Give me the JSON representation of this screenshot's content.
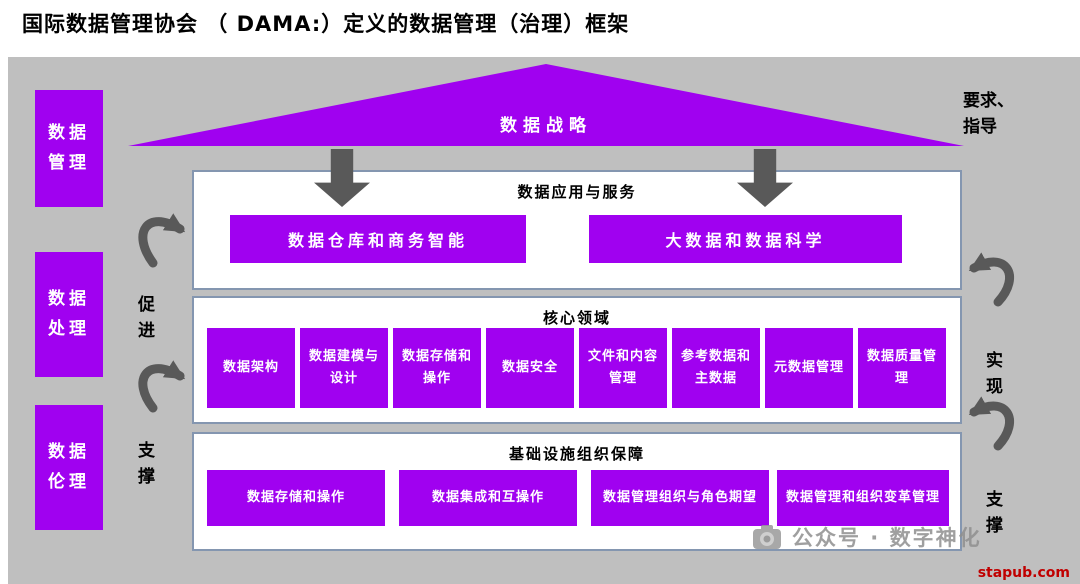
{
  "title": "国际数据管理协会 （ DAMA:）定义的数据管理（治理）框架",
  "roof": {
    "label": "数据战略"
  },
  "pillars": [
    {
      "label": "数据\n管理"
    },
    {
      "label": "数据\n处理"
    },
    {
      "label": "数据\n伦理"
    }
  ],
  "annotations": {
    "top_right": "要求、\n指导",
    "left_promote": "促\n进",
    "left_support": "支\n撑",
    "right_realize": "实\n现",
    "right_support": "支\n撑"
  },
  "sections": [
    {
      "title": "数据应用与服务",
      "items": [
        "数据仓库和商务智能",
        "大数据和数据科学"
      ]
    },
    {
      "title": "核心领域",
      "items": [
        "数据架构",
        "数据建模与设计",
        "数据存储和操作",
        "数据安全",
        "文件和内容管理",
        "参考数据和主数据",
        "元数据管理",
        "数据质量管理"
      ]
    },
    {
      "title": "基础设施组织保障",
      "items": [
        "数据存储和操作",
        "数据集成和互操作",
        "数据管理组织与角色期望",
        "数据管理和组织变革管理"
      ]
    }
  ],
  "watermark": {
    "text": "公众号 · 数字神化"
  },
  "footer": {
    "link": "stapub.com"
  },
  "colors": {
    "purple": "#A001F0",
    "canvas_gray": "#BFBFBF",
    "arrow_gray": "#595959",
    "box_border": "#8496B0",
    "watermark_gray": "#8F8F8F",
    "link_red": "#C00000"
  }
}
